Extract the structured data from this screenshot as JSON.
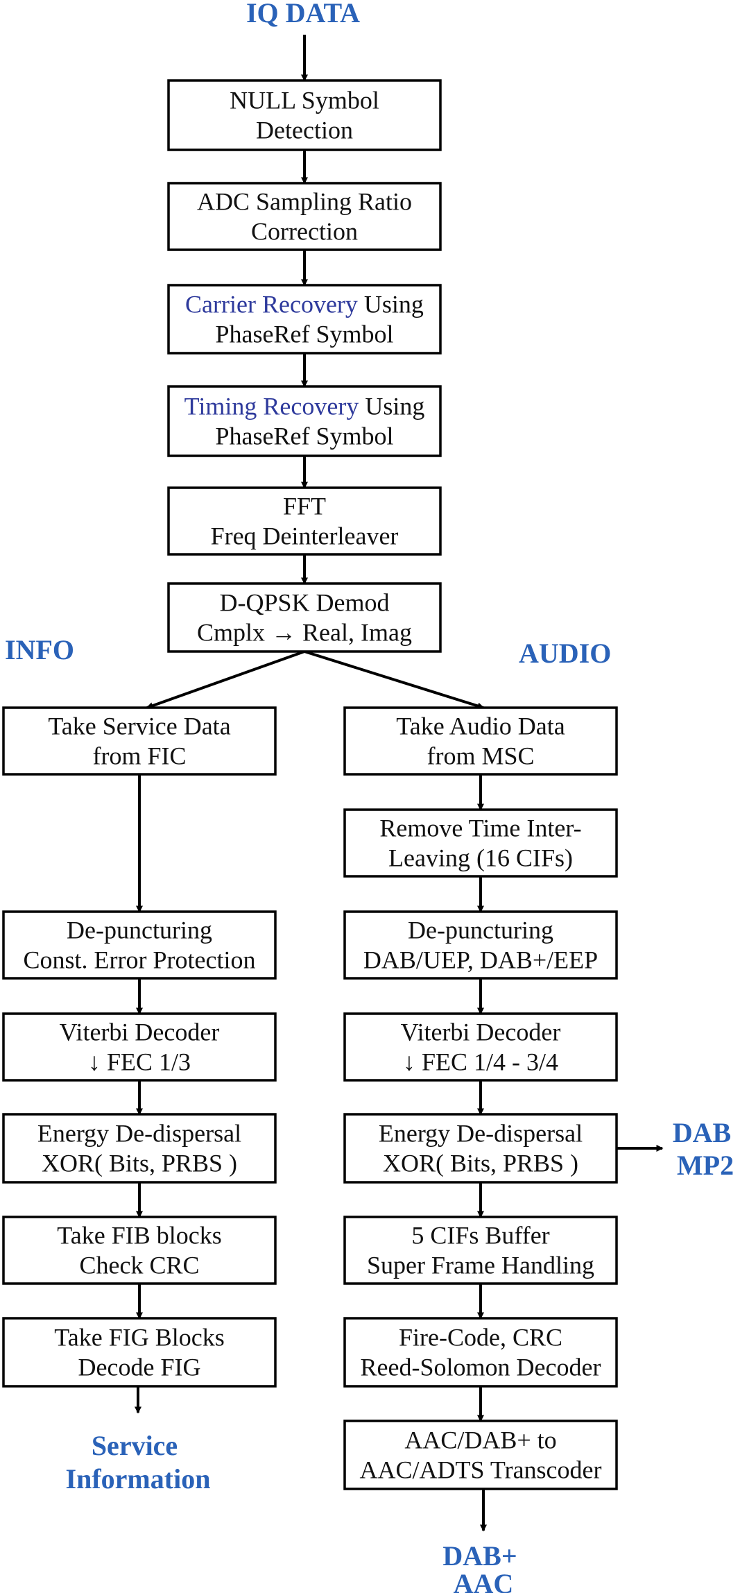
{
  "colors": {
    "label": "#2a62b8",
    "highlight": "#2e3a9c",
    "box_text": "#111111",
    "stroke": "#000000"
  },
  "labels": {
    "iq_data": "IQ DATA",
    "info": "INFO",
    "audio": "AUDIO",
    "dab_mp2": [
      "DAB",
      "MP2"
    ],
    "service_information": [
      "Service",
      "Information"
    ],
    "dab_plus_aac": [
      "DAB+",
      "AAC"
    ]
  },
  "main_chain": [
    {
      "id": "null-symbol-detection",
      "lines": [
        [
          "NULL Symbol"
        ],
        [
          "Detection"
        ]
      ]
    },
    {
      "id": "adc-sampling-ratio-correction",
      "lines": [
        [
          "ADC Sampling Ratio"
        ],
        [
          "Correction"
        ]
      ]
    },
    {
      "id": "carrier-recovery",
      "lines": [
        [
          {
            "text": "Carrier Recovery",
            "hl": true
          },
          " Using"
        ],
        [
          "PhaseRef Symbol"
        ]
      ]
    },
    {
      "id": "timing-recovery",
      "lines": [
        [
          {
            "text": "Timing Recovery",
            "hl": true
          },
          " Using"
        ],
        [
          "PhaseRef Symbol"
        ]
      ]
    },
    {
      "id": "fft-freq-deinterleaver",
      "lines": [
        [
          "FFT"
        ],
        [
          "Freq Deinterleaver"
        ]
      ]
    },
    {
      "id": "dqpsk-demod",
      "lines": [
        [
          "D-QPSK Demod"
        ],
        [
          "Cmplx → Real, Imag"
        ]
      ]
    }
  ],
  "info_branch": [
    {
      "id": "take-service-data",
      "lines": [
        [
          "Take Service Data"
        ],
        [
          "from FIC"
        ]
      ]
    },
    {
      "id": "info-depuncturing",
      "lines": [
        [
          "De-puncturing"
        ],
        [
          "Const. Error Protection"
        ]
      ]
    },
    {
      "id": "info-viterbi-decoder",
      "lines": [
        [
          "Viterbi Decoder"
        ],
        [
          "↓ FEC 1/3"
        ]
      ]
    },
    {
      "id": "info-energy-dedispersal",
      "lines": [
        [
          "Energy De-dispersal"
        ],
        [
          "XOR( Bits, PRBS )"
        ]
      ]
    },
    {
      "id": "take-fib-blocks",
      "lines": [
        [
          "Take FIB blocks"
        ],
        [
          "Check CRC"
        ]
      ]
    },
    {
      "id": "take-fig-blocks",
      "lines": [
        [
          "Take FIG Blocks"
        ],
        [
          "Decode FIG"
        ]
      ]
    }
  ],
  "audio_branch": [
    {
      "id": "take-audio-data",
      "lines": [
        [
          "Take Audio Data"
        ],
        [
          "from MSC"
        ]
      ]
    },
    {
      "id": "remove-time-interleaving",
      "lines": [
        [
          "Remove Time Inter-"
        ],
        [
          "Leaving (16 CIFs)"
        ]
      ]
    },
    {
      "id": "audio-depuncturing",
      "lines": [
        [
          "De-puncturing"
        ],
        [
          "DAB/UEP, DAB+/EEP"
        ]
      ]
    },
    {
      "id": "audio-viterbi-decoder",
      "lines": [
        [
          "Viterbi Decoder"
        ],
        [
          "↓ FEC 1/4 - 3/4"
        ]
      ]
    },
    {
      "id": "audio-energy-dedispersal",
      "lines": [
        [
          "Energy De-dispersal"
        ],
        [
          "XOR( Bits, PRBS )"
        ]
      ]
    },
    {
      "id": "cifs-buffer",
      "lines": [
        [
          "5 CIFs Buffer"
        ],
        [
          "Super Frame Handling"
        ]
      ]
    },
    {
      "id": "fire-code-crc",
      "lines": [
        [
          "Fire-Code, CRC"
        ],
        [
          "Reed-Solomon Decoder"
        ]
      ]
    },
    {
      "id": "aac-transcoder",
      "lines": [
        [
          "AAC/DAB+ to"
        ],
        [
          "AAC/ADTS Transcoder"
        ]
      ]
    }
  ]
}
